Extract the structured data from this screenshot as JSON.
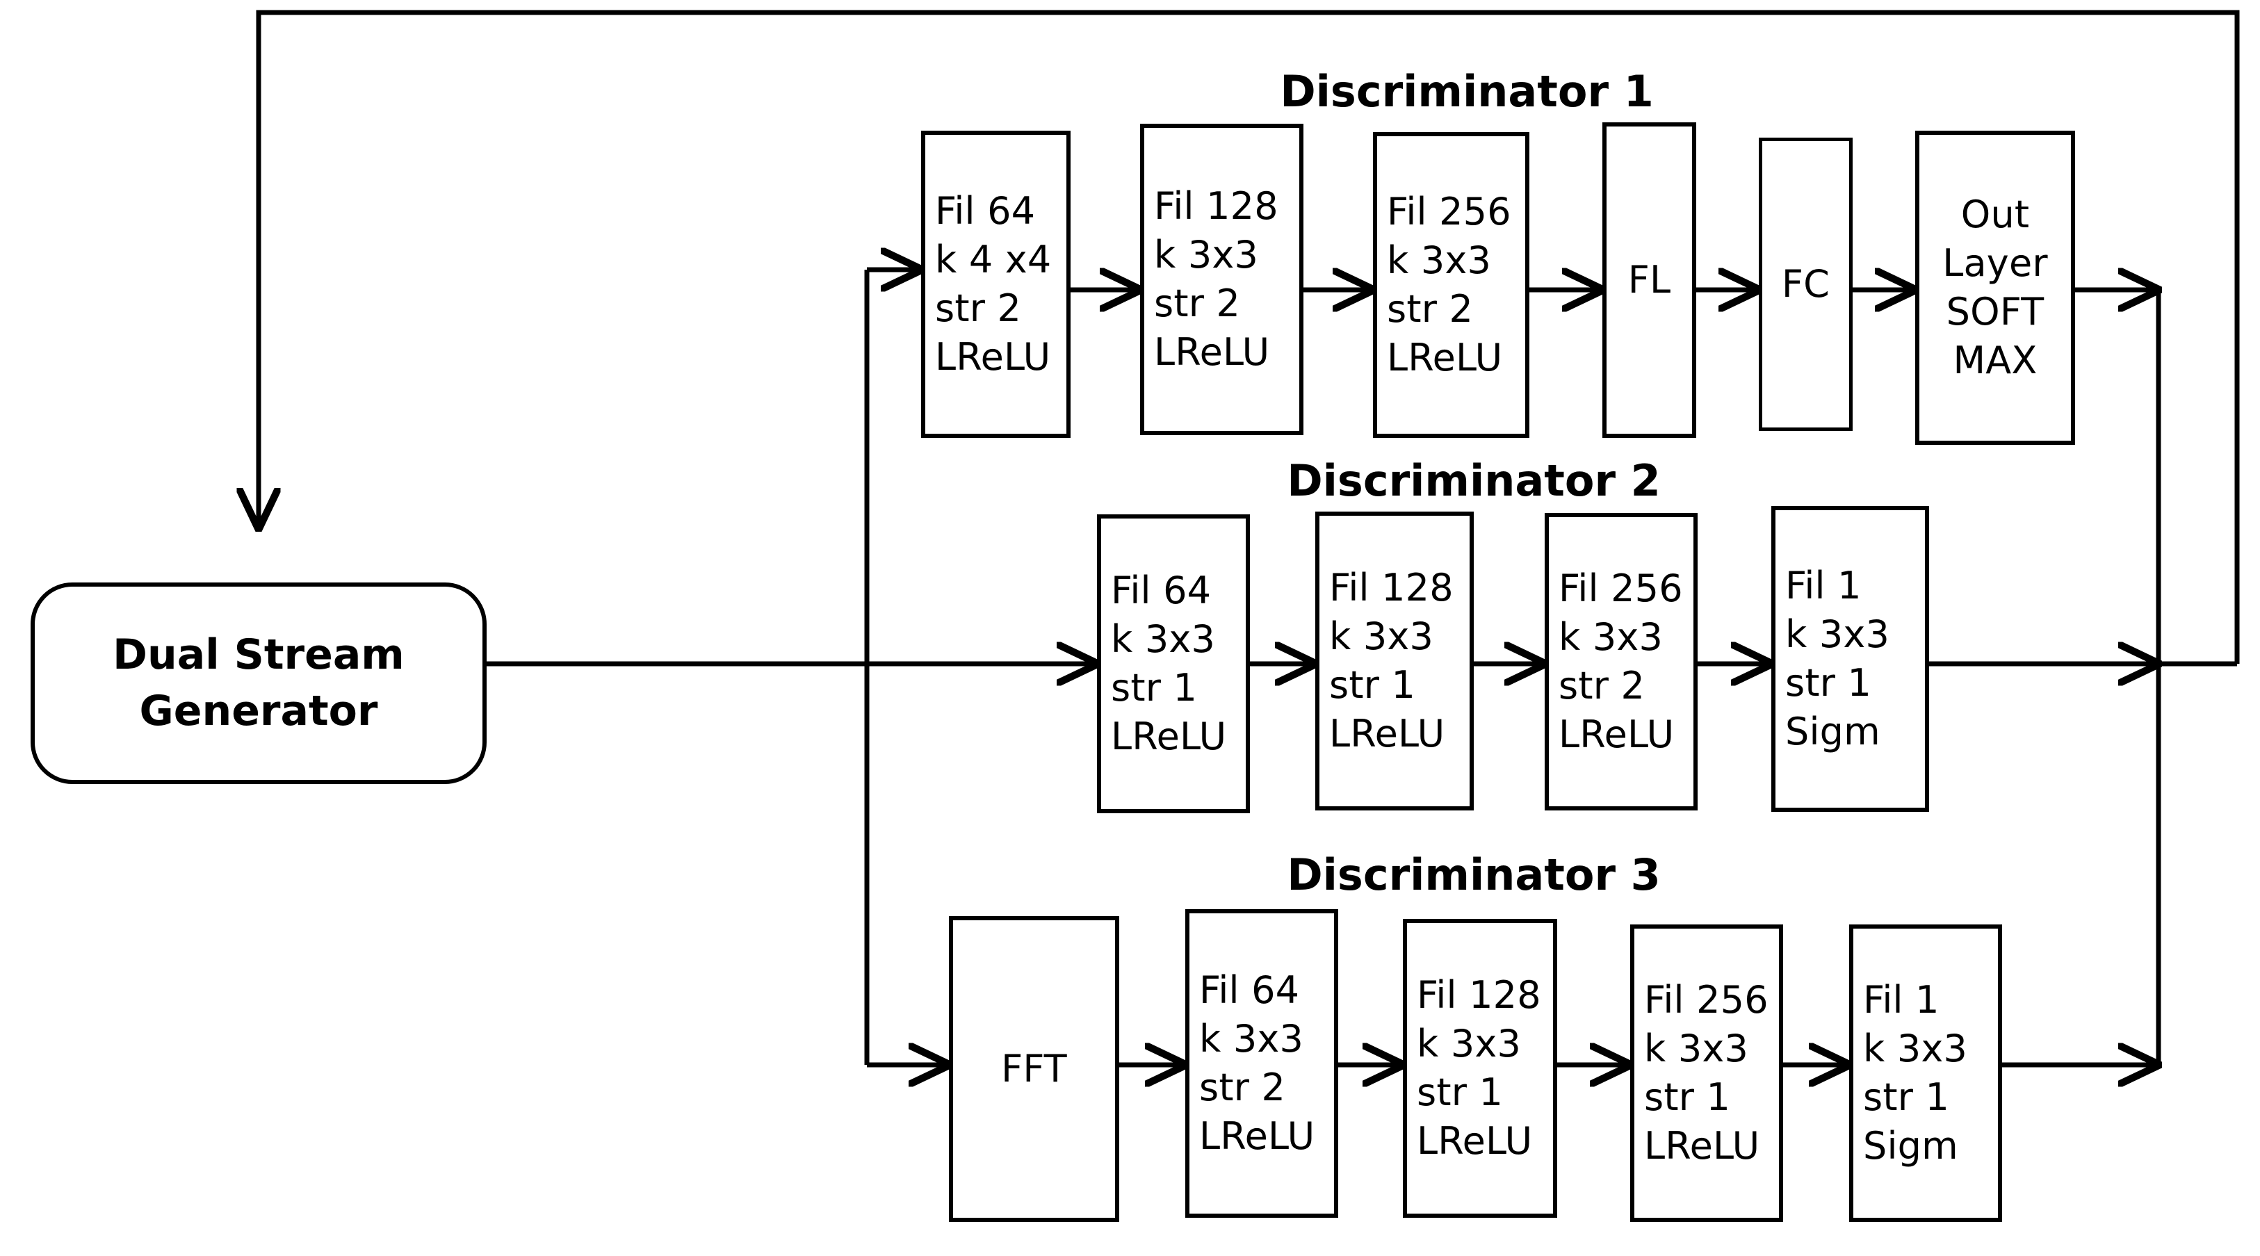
{
  "diagram": {
    "title_hidden": "",
    "generator": {
      "label": "Dual Stream\nGenerator",
      "line1": "Dual Stream",
      "line2": "Generator"
    },
    "branches": [
      {
        "id": "discriminator-1",
        "title": "Discriminator 1",
        "blocks": [
          {
            "name": "conv-1",
            "lines": [
              "Fil 64",
              "k 4 x4",
              "str 2",
              "LReLU"
            ]
          },
          {
            "name": "conv-2",
            "lines": [
              "Fil 128",
              "k 3x3",
              "str 2",
              "LReLU"
            ]
          },
          {
            "name": "conv-3",
            "lines": [
              "Fil 256",
              "k 3x3",
              "str 2",
              "LReLU"
            ]
          },
          {
            "name": "flatten",
            "lines": [
              "FL"
            ]
          },
          {
            "name": "fully-connected",
            "lines": [
              "FC"
            ]
          },
          {
            "name": "output-layer",
            "lines": [
              "Out",
              "Layer",
              "SOFT",
              "MAX"
            ]
          }
        ]
      },
      {
        "id": "discriminator-2",
        "title": "Discriminator 2",
        "blocks": [
          {
            "name": "conv-1",
            "lines": [
              "Fil 64",
              "k 3x3",
              "str 1",
              "LReLU"
            ]
          },
          {
            "name": "conv-2",
            "lines": [
              "Fil 128",
              "k 3x3",
              "str 1",
              "LReLU"
            ]
          },
          {
            "name": "conv-3",
            "lines": [
              "Fil 256",
              "k 3x3",
              "str 2",
              "LReLU"
            ]
          },
          {
            "name": "conv-4",
            "lines": [
              "Fil 1",
              "k 3x3",
              "str 1",
              "Sigm"
            ]
          }
        ]
      },
      {
        "id": "discriminator-3",
        "title": "Discriminator 3",
        "blocks": [
          {
            "name": "fft",
            "lines": [
              "FFT"
            ]
          },
          {
            "name": "conv-1",
            "lines": [
              "Fil 64",
              "k 3x3",
              "str 2",
              "LReLU"
            ]
          },
          {
            "name": "conv-2",
            "lines": [
              "Fil 128",
              "k 3x3",
              "str 1",
              "LReLU"
            ]
          },
          {
            "name": "conv-3",
            "lines": [
              "Fil 256",
              "k 3x3",
              "str 1",
              "LReLU"
            ]
          },
          {
            "name": "conv-4",
            "lines": [
              "Fil 1",
              "k 3x3",
              "str 1",
              "Sigm"
            ]
          }
        ]
      }
    ],
    "colors": {
      "stroke": "#000000",
      "background": "#ffffff"
    }
  }
}
